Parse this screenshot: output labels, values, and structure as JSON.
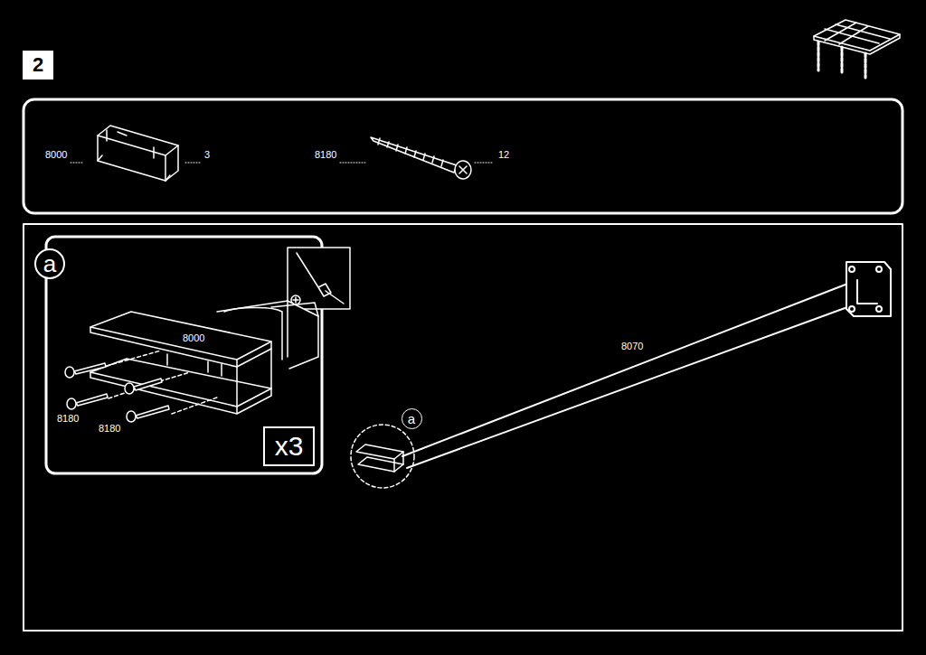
{
  "diagram": {
    "nodes": [
      {
        "text": [
          "2"
        ]
      },
      {
        "text": [
          "a"
        ]
      },
      {
        "text": [
          "x3"
        ]
      },
      {
        "text": [
          "a"
        ]
      }
    ],
    "labels": [
      "8000",
      "3",
      "8180",
      "12",
      "8000",
      "8180",
      "8180",
      "8070"
    ]
  }
}
